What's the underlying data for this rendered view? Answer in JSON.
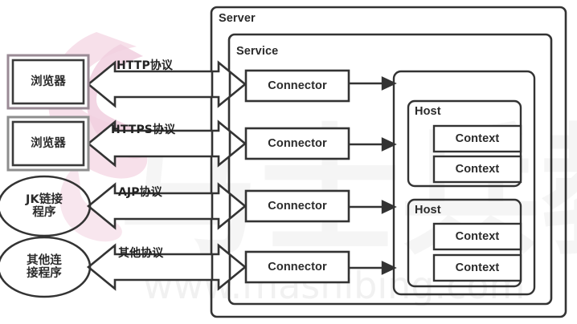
{
  "diagram": {
    "type": "architecture-block-diagram",
    "title_watermarks": {
      "url_watermark": "www.mashibing.com",
      "cjk_watermark": "马士兵教育"
    },
    "clients": [
      {
        "id": "client-1",
        "shape": "rect-double-border",
        "label": "浏览器"
      },
      {
        "id": "client-2",
        "shape": "rect-double-border",
        "label": "浏览器"
      },
      {
        "id": "client-3",
        "shape": "ellipse",
        "label_lines": [
          "JK链接",
          "程序"
        ]
      },
      {
        "id": "client-4",
        "shape": "ellipse",
        "label_lines": [
          "其他连",
          "接程序"
        ]
      }
    ],
    "protocols": [
      {
        "id": "proto-1",
        "label": "HTTP协议"
      },
      {
        "id": "proto-2",
        "label": "HTTPS协议"
      },
      {
        "id": "proto-3",
        "label": "AJP协议"
      },
      {
        "id": "proto-4",
        "label": "其他协议"
      }
    ],
    "containers": {
      "server": {
        "label": "Server"
      },
      "service": {
        "label": "Service"
      },
      "engine": {
        "label": ""
      }
    },
    "connectors": [
      {
        "id": "connector-1",
        "label": "Connector"
      },
      {
        "id": "connector-2",
        "label": "Connector"
      },
      {
        "id": "connector-3",
        "label": "Connector"
      },
      {
        "id": "connector-4",
        "label": "Connector"
      }
    ],
    "hosts": [
      {
        "id": "host-1",
        "label": "Host",
        "contexts": [
          {
            "id": "host-1-context-1",
            "label": "Context"
          },
          {
            "id": "host-1-context-2",
            "label": "Context"
          }
        ]
      },
      {
        "id": "host-2",
        "label": "Host",
        "contexts": [
          {
            "id": "host-2-context-1",
            "label": "Context"
          },
          {
            "id": "host-2-context-2",
            "label": "Context"
          }
        ]
      }
    ],
    "colors": {
      "stroke": "#333333",
      "background": "#ffffff",
      "client_frame": "#9a8a95",
      "watermark_pink": "#f3d7e4",
      "watermark_gray": "#eeeeee",
      "text": "#2b2b2b"
    }
  }
}
